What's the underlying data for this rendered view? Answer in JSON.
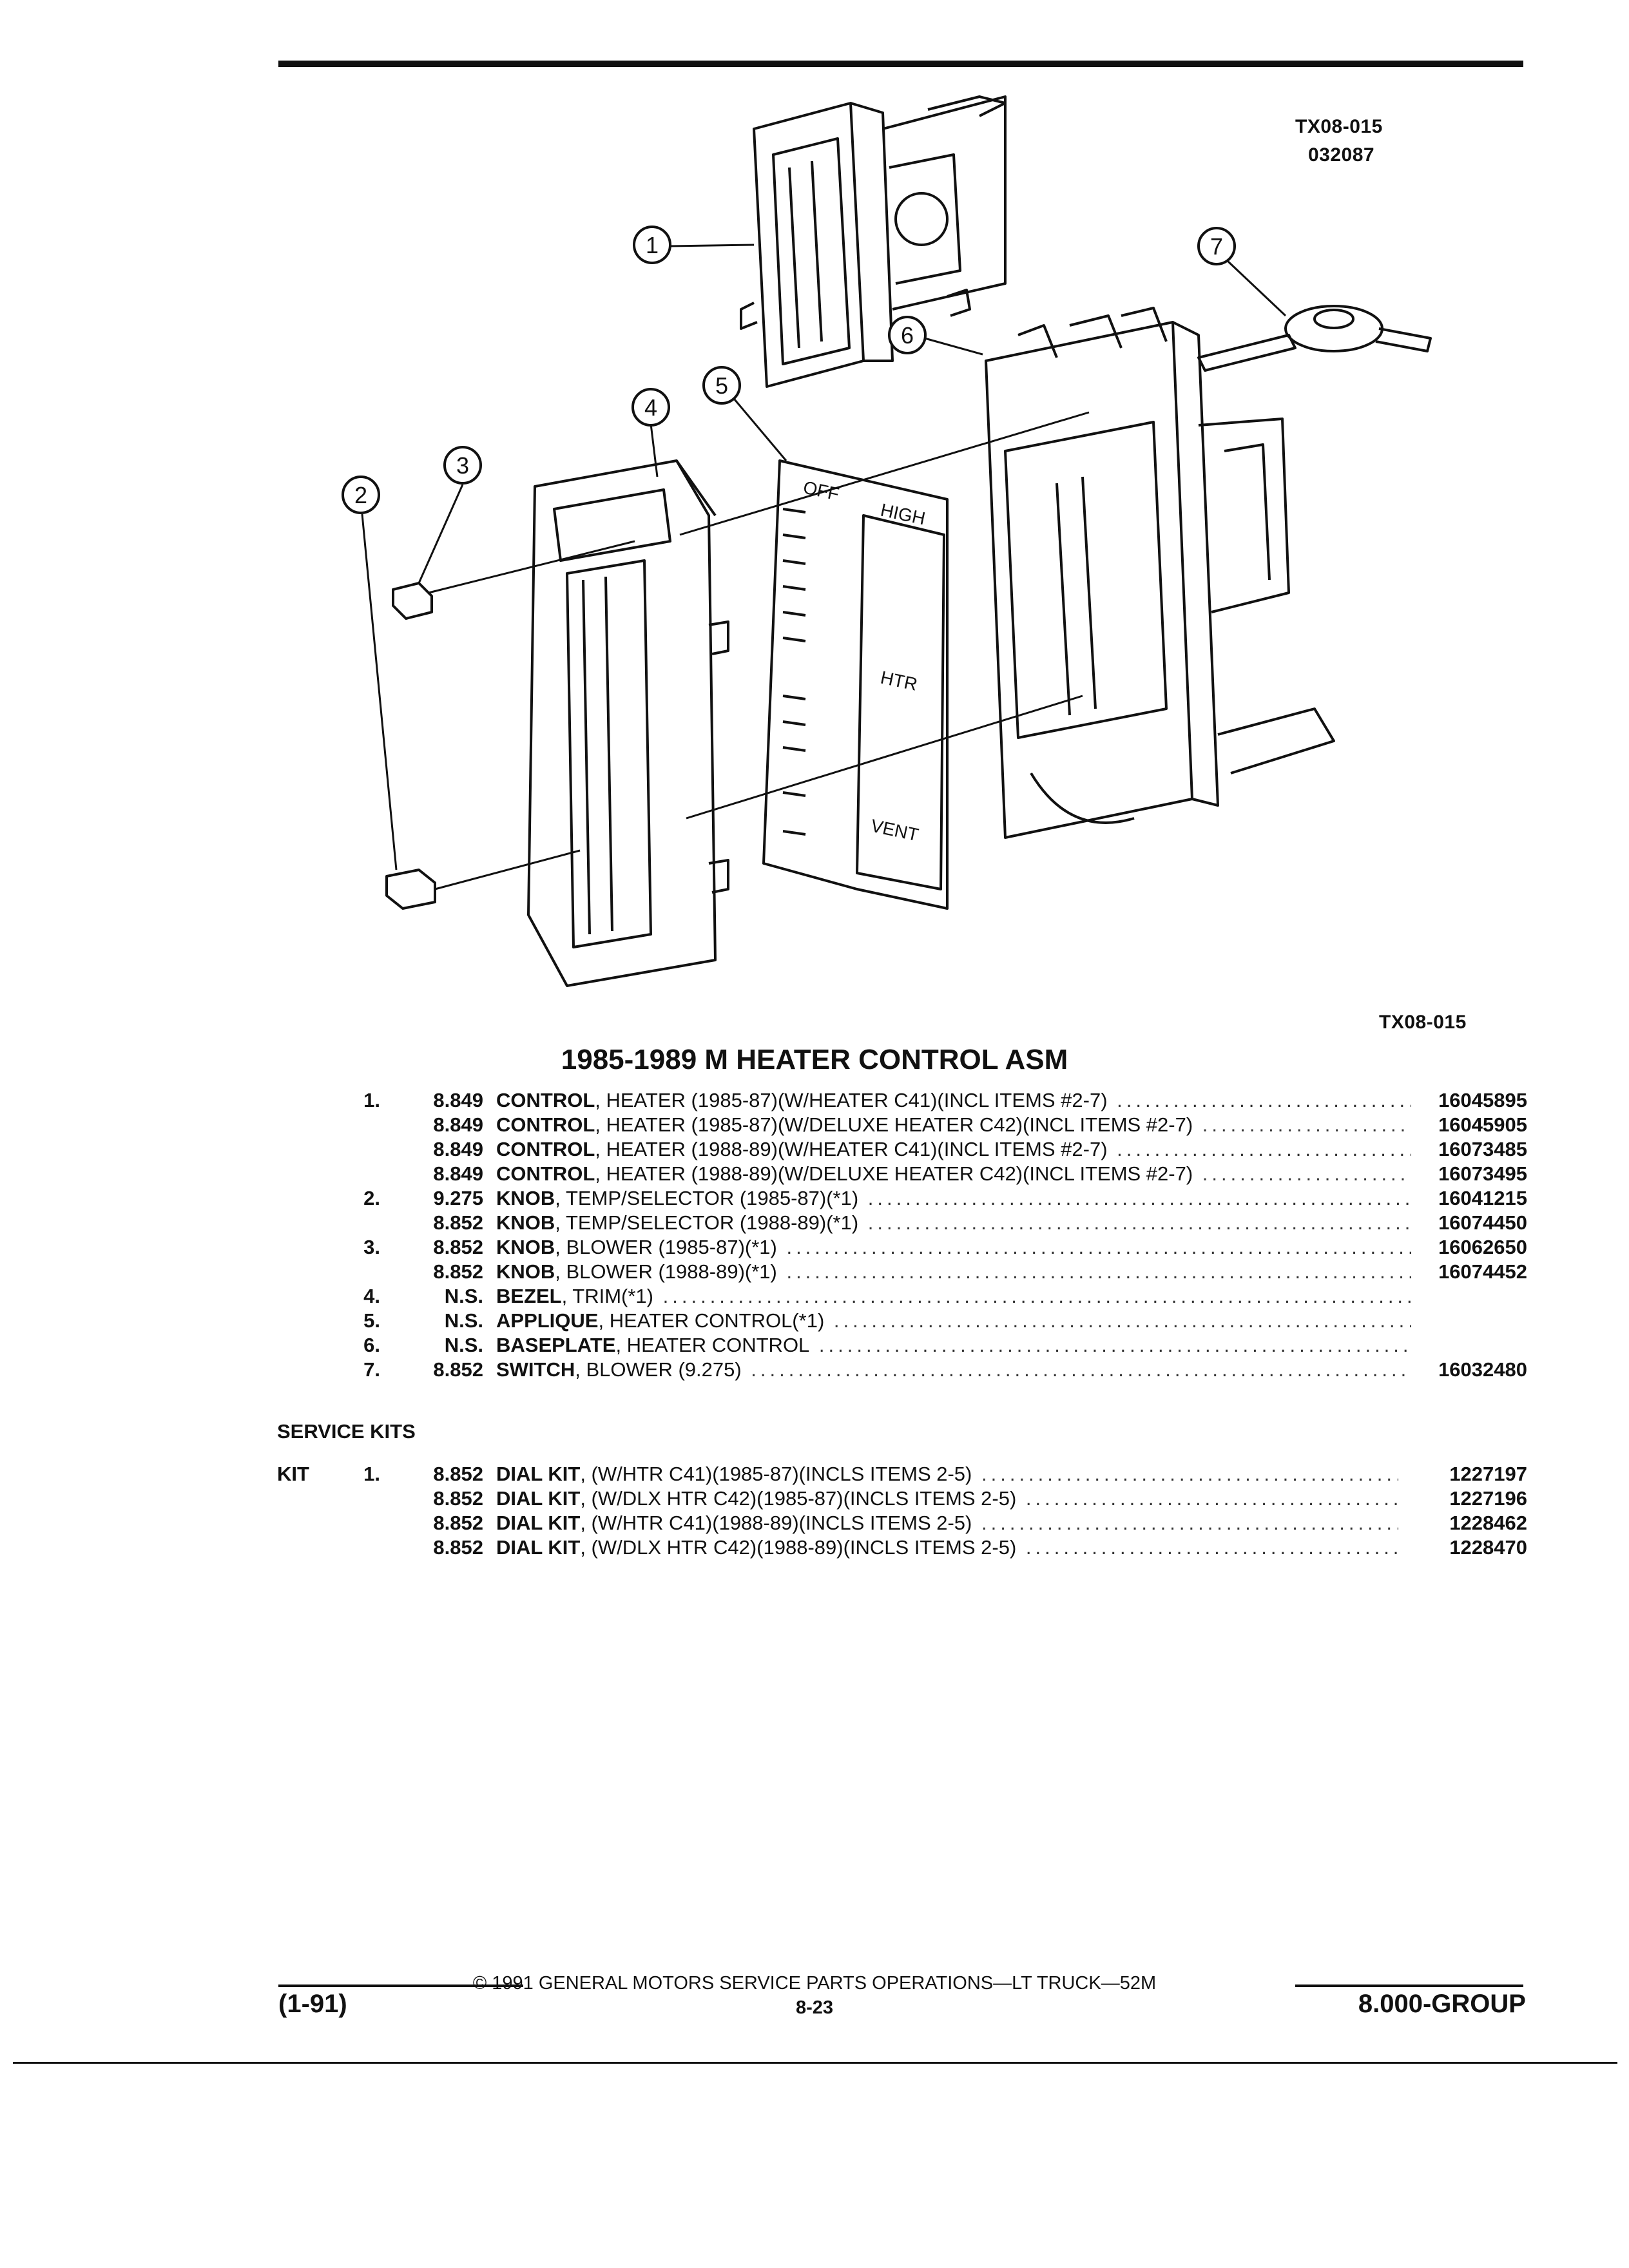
{
  "figure": {
    "code_top": "TX08-015",
    "code_date": "032087",
    "code_bottom": "TX08-015",
    "callouts": [
      "1",
      "2",
      "3",
      "4",
      "5",
      "6",
      "7"
    ],
    "panel_labels": {
      "off": "OFF",
      "high": "HIGH",
      "htr": "HTR",
      "vent": "VENT"
    }
  },
  "title": "1985-1989 M HEATER CONTROL ASM",
  "parts": [
    {
      "no": "1.",
      "group": "8.849",
      "name": "CONTROL",
      "detail": ", HEATER (1985-87)(W/HEATER C41)(INCL ITEMS #2-7)",
      "part": "16045895"
    },
    {
      "no": "",
      "group": "8.849",
      "name": "CONTROL",
      "detail": ", HEATER (1985-87)(W/DELUXE HEATER C42)(INCL ITEMS #2-7)",
      "part": "16045905"
    },
    {
      "no": "",
      "group": "8.849",
      "name": "CONTROL",
      "detail": ", HEATER (1988-89)(W/HEATER C41)(INCL ITEMS #2-7)",
      "part": "16073485"
    },
    {
      "no": "",
      "group": "8.849",
      "name": "CONTROL",
      "detail": ", HEATER (1988-89)(W/DELUXE HEATER C42)(INCL ITEMS #2-7)",
      "part": "16073495"
    },
    {
      "no": "2.",
      "group": "9.275",
      "name": "KNOB",
      "detail": ", TEMP/SELECTOR (1985-87)(*1)",
      "part": "16041215"
    },
    {
      "no": "",
      "group": "8.852",
      "name": "KNOB",
      "detail": ", TEMP/SELECTOR (1988-89)(*1)",
      "part": "16074450"
    },
    {
      "no": "3.",
      "group": "8.852",
      "name": "KNOB",
      "detail": ", BLOWER (1985-87)(*1)",
      "part": "16062650"
    },
    {
      "no": "",
      "group": "8.852",
      "name": "KNOB",
      "detail": ", BLOWER (1988-89)(*1)",
      "part": "16074452"
    },
    {
      "no": "4.",
      "group": "N.S.",
      "name": "BEZEL",
      "detail": ", TRIM(*1)",
      "part": ""
    },
    {
      "no": "5.",
      "group": "N.S.",
      "name": "APPLIQUE",
      "detail": ", HEATER CONTROL(*1)",
      "part": ""
    },
    {
      "no": "6.",
      "group": "N.S.",
      "name": "BASEPLATE",
      "detail": ", HEATER CONTROL",
      "part": ""
    },
    {
      "no": "7.",
      "group": "8.852",
      "name": "SWITCH",
      "detail": ", BLOWER (9.275)",
      "part": "16032480"
    }
  ],
  "service_kits": {
    "heading": "SERVICE KITS",
    "kit_label": "KIT",
    "items": [
      {
        "no": "1.",
        "group": "8.852",
        "name": "DIAL KIT",
        "detail": ", (W/HTR C41)(1985-87)(INCLS ITEMS 2-5)",
        "part": "1227197"
      },
      {
        "no": "",
        "group": "8.852",
        "name": "DIAL KIT",
        "detail": ", (W/DLX HTR C42)(1985-87)(INCLS ITEMS 2-5)",
        "part": "1227196"
      },
      {
        "no": "",
        "group": "8.852",
        "name": "DIAL KIT",
        "detail": ", (W/HTR C41)(1988-89)(INCLS ITEMS 2-5)",
        "part": "1228462"
      },
      {
        "no": "",
        "group": "8.852",
        "name": "DIAL KIT",
        "detail": ", (W/DLX HTR C42)(1988-89)(INCLS ITEMS 2-5)",
        "part": "1228470"
      }
    ]
  },
  "footer": {
    "copyright": "© 1991 GENERAL MOTORS SERVICE PARTS OPERATIONS—LT TRUCK—52M",
    "page": "8-23",
    "date": "(1-91)",
    "group": "8.000-GROUP"
  }
}
